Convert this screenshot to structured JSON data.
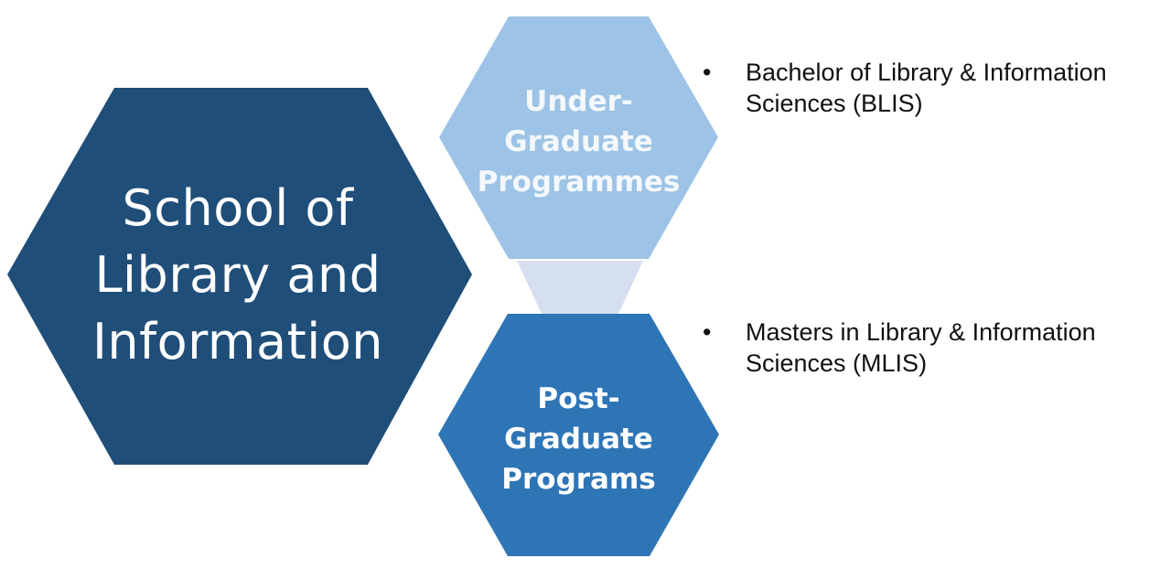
{
  "diagram": {
    "main": {
      "label_lines": [
        "School of",
        "Library and",
        "Information"
      ],
      "color": "#1f4e79"
    },
    "undergraduate": {
      "label_lines": [
        "Under-",
        "Graduate",
        "Programmes"
      ],
      "color": "#9dc3e6",
      "items": [
        "Bachelor of Library & Information Sciences (BLIS)"
      ]
    },
    "postgraduate": {
      "label_lines": [
        "Post-",
        "Graduate",
        "Programs"
      ],
      "color": "#2e75b6",
      "items": [
        "Masters in Library & Information Sciences (MLIS)"
      ]
    },
    "connector_color": "#d6dff0",
    "bullet_symbol": "•"
  }
}
